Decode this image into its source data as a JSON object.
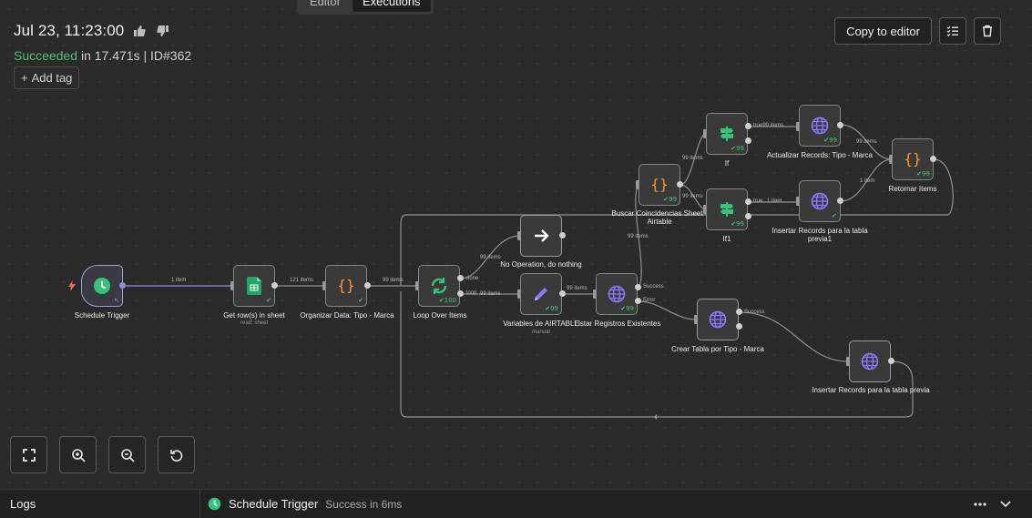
{
  "mode_switch": {
    "editor_label": "Editor",
    "executions_label": "Executions"
  },
  "execution": {
    "title": "Jul 23, 11:23:00",
    "status": "Succeeded",
    "status_detail_prefix": " in ",
    "duration": "17.471s",
    "separator": " | ",
    "id": "ID#362"
  },
  "add_tag_label": "Add tag",
  "actions": {
    "copy_to_editor_label": "Copy to editor",
    "list_icon": "checklist-icon",
    "delete_icon": "trash-icon"
  },
  "colors": {
    "success": "#4fbf6f",
    "accent_orange": "#ff9a2e",
    "accent_purple": "#8a7bff",
    "sheets_green": "#21a464",
    "trigger_purple": "#9aa0d8"
  },
  "nodes": {
    "schedule_trigger": {
      "label": "Schedule Trigger",
      "icon": "clock-icon"
    },
    "get_rows": {
      "label": "Get row(s) in sheet",
      "sub": "read: sheet",
      "icon": "google-sheets-icon"
    },
    "organizar": {
      "label": "Organizar Data: Tipo - Marca",
      "icon": "code-braces-icon"
    },
    "loop": {
      "label": "Loop Over Items",
      "icon": "loop-icon",
      "count": "100"
    },
    "no_op": {
      "label": "No Operation, do nothing",
      "icon": "arrow-right-icon"
    },
    "variables": {
      "label": "Variables de AIRTABLE",
      "sub": "manual",
      "icon": "pencil-icon",
      "count": "99"
    },
    "listar": {
      "label": "Listar Registros Existentes",
      "icon": "globe-icon",
      "count": "99"
    },
    "buscar": {
      "label": "Buscar Coincidencias Sheet - Airtable",
      "icon": "code-braces-icon",
      "count": "99"
    },
    "if": {
      "label": "If",
      "icon": "signpost-icon",
      "count": "99"
    },
    "if1": {
      "label": "If1",
      "icon": "signpost-icon",
      "count": "99"
    },
    "actualizar": {
      "label": "Actualizar Records: Tipo - Marca",
      "icon": "globe-icon",
      "count": "99"
    },
    "insertar_previa1": {
      "label": "Insertar Records para la tabla previa1",
      "icon": "globe-icon"
    },
    "retornar": {
      "label": "Retornar Items",
      "icon": "code-braces-icon",
      "count": "99"
    },
    "crear_tabla": {
      "label": "Crear Tabla por Tipo - Marca",
      "icon": "globe-icon"
    },
    "insertar_previa": {
      "label": "Insertar Records para la tabla previa",
      "icon": "globe-icon"
    }
  },
  "edge_labels": {
    "trigger_to_get": "1 item",
    "get_to_org": "121 items",
    "org_to_loop": "99 items",
    "loop_done": "done",
    "loop_loop": "loop",
    "loop_to_noop": "99 items",
    "loop_to_var": "99 items",
    "var_to_listar": "99 items",
    "listar_success": "Success",
    "listar_error": "Error",
    "listar_to_buscar": "99 items",
    "buscar_to_if": "99 items",
    "buscar_to_if1": "99 items",
    "if_true": "true",
    "if_true_items": "99 items",
    "if1_true": "true",
    "if1_items": "1 item",
    "actualizar_to_ret": "99 items",
    "insertar_to_ret": "1 item",
    "crear_success": "Success"
  },
  "zoom_controls": [
    "fit-view-icon",
    "zoom-in-icon",
    "zoom-out-icon",
    "reset-zoom-icon"
  ],
  "logs": {
    "title": "Logs",
    "node_name": "Schedule Trigger",
    "result": "Success in 6ms"
  }
}
